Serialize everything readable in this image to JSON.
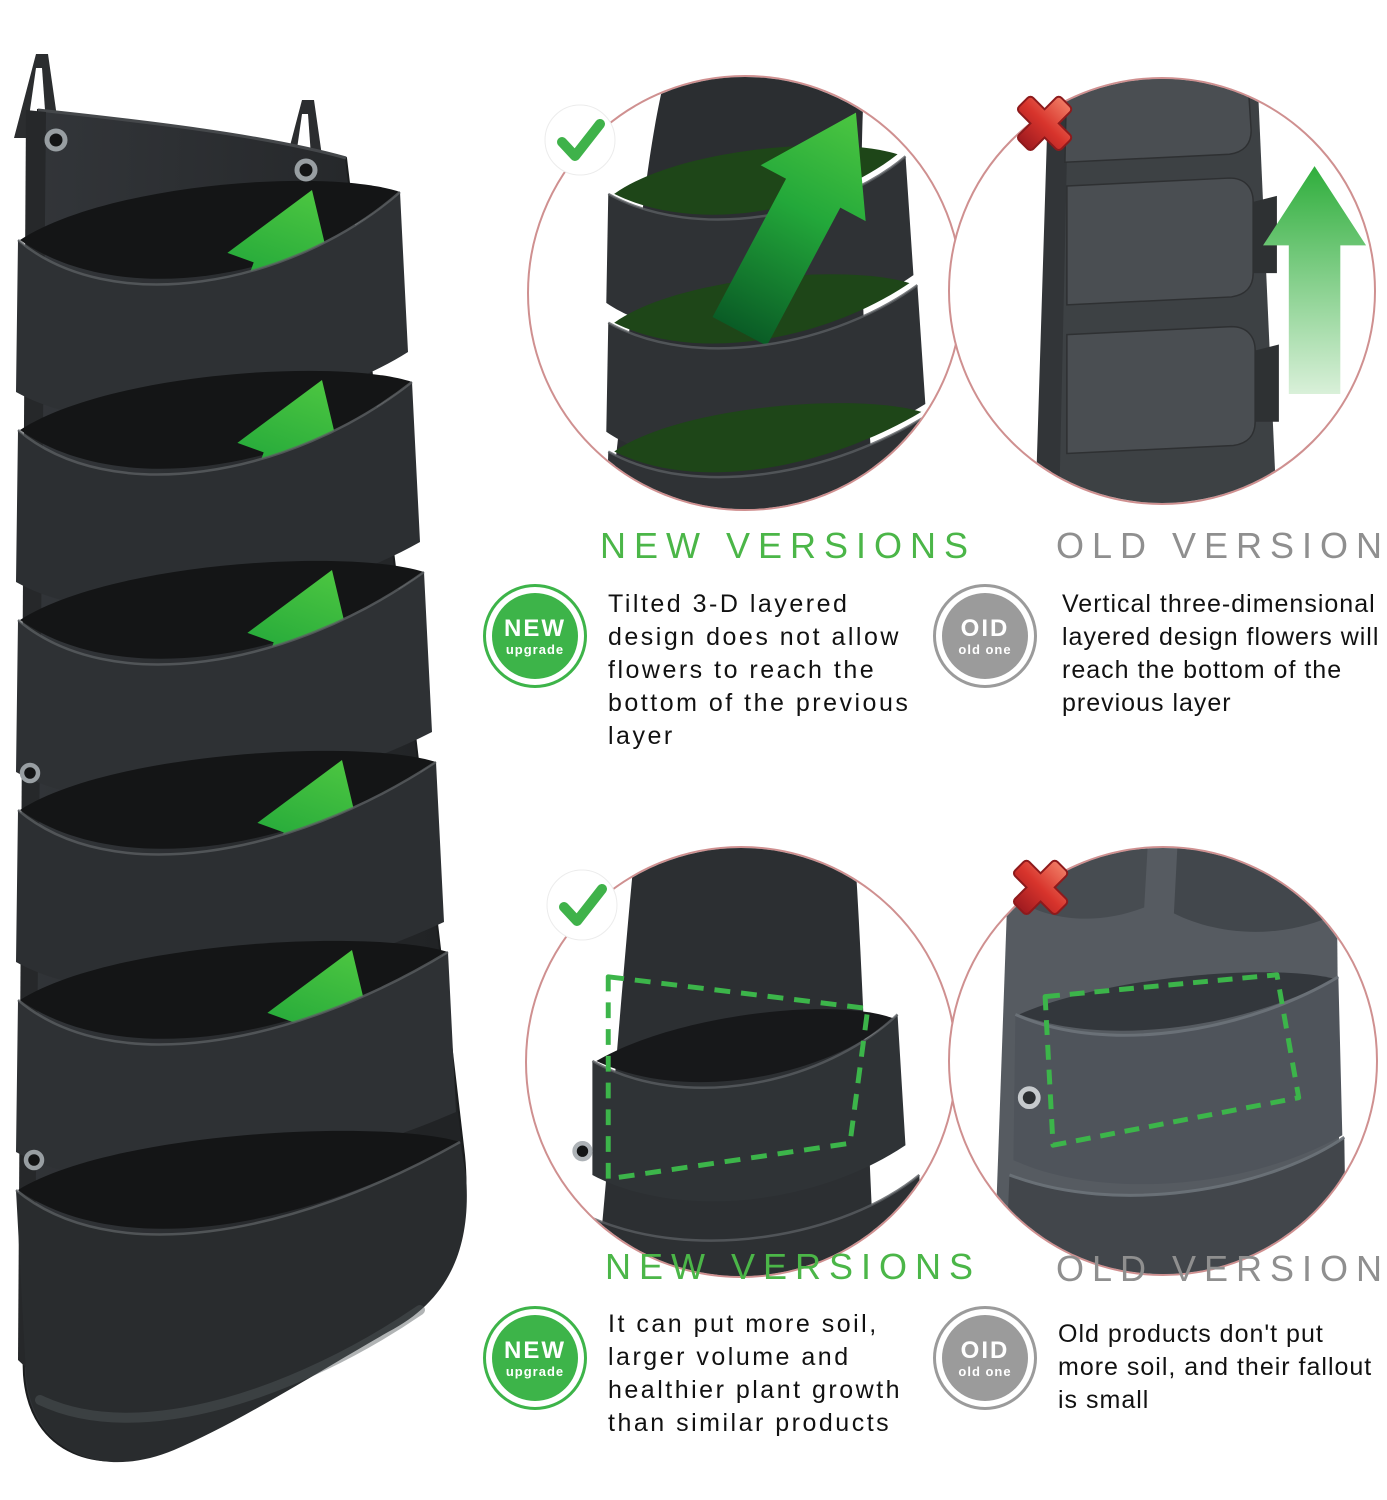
{
  "sections": [
    {
      "new": {
        "heading": "NEW VERSIONS",
        "badge_top": "NEW",
        "badge_bottom": "upgrade",
        "text": "Tilted 3-D layered design does not allow flowers to reach the bottom of the previous layer"
      },
      "old": {
        "heading": "OLD VERSION",
        "badge_top": "OID",
        "badge_bottom": "old one",
        "text": "Vertical three-dimensional layered design flowers will reach the bottom of the previous layer"
      }
    },
    {
      "new": {
        "heading": "NEW VERSIONS",
        "badge_top": "NEW",
        "badge_bottom": "upgrade",
        "text": "It can put more soil, larger volume and healthier plant growth than similar products"
      },
      "old": {
        "heading": "OLD VERSION",
        "badge_top": "OID",
        "badge_bottom": "old one",
        "text": "Old products don't put more soil, and their fallout is small"
      }
    }
  ],
  "icons": {
    "check": "✔",
    "cross": "✖",
    "arrow_up": "⬆"
  },
  "colors": {
    "new_green": "#3db449",
    "old_gray": "#9b9b9b",
    "circle_ring": "#cf9090",
    "arrow_bright": "#47c33e",
    "arrow_dark": "#0a5c26",
    "cross_red": "#cc2127",
    "check_green": "#3fb24a",
    "planter_dark": "#2b2e30",
    "pocket_interior_green": "#1e4618"
  }
}
